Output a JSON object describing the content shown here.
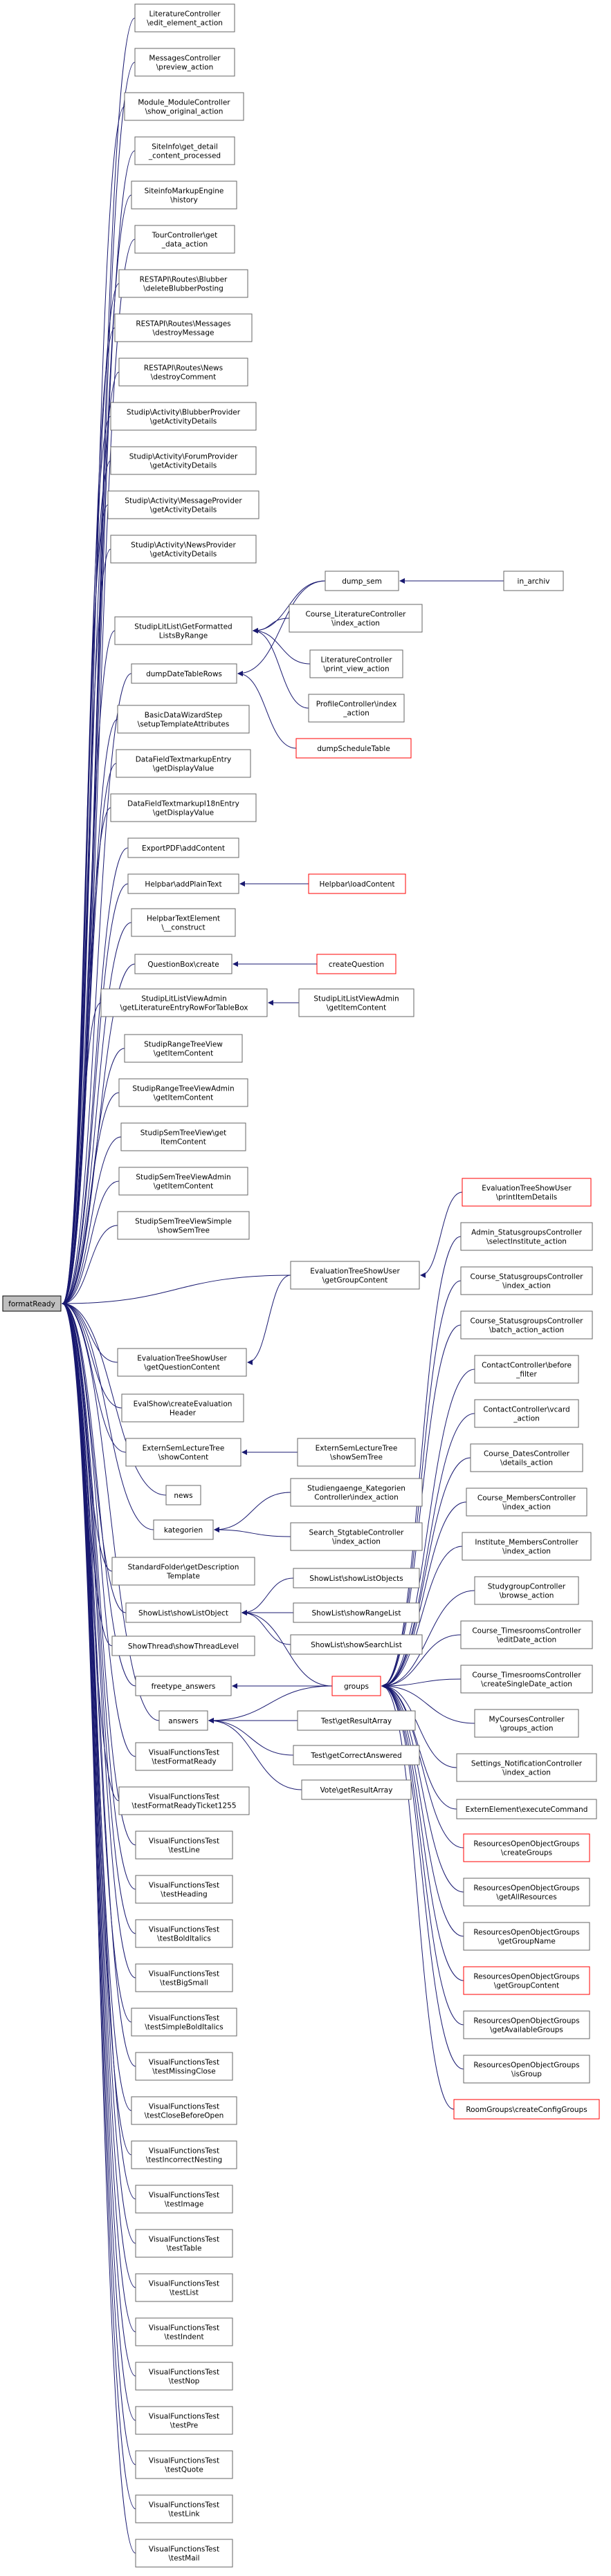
{
  "graph": {
    "edge_color": "#191970",
    "red_outline_color": "#ff0000",
    "root_fill": "#bfbfbf",
    "nodes": [
      {
        "id": "formatReady",
        "lines": [
          "formatReady"
        ],
        "style": "root"
      },
      {
        "id": "n1",
        "lines": [
          "LiteratureController",
          "\\edit_element_action"
        ]
      },
      {
        "id": "n2",
        "lines": [
          "MessagesController",
          "\\preview_action"
        ]
      },
      {
        "id": "n3",
        "lines": [
          "Module_ModuleController",
          "\\show_original_action"
        ]
      },
      {
        "id": "n4",
        "lines": [
          "SiteInfo\\get_detail",
          "_content_processed"
        ]
      },
      {
        "id": "n5",
        "lines": [
          "SiteinfoMarkupEngine",
          "\\history"
        ]
      },
      {
        "id": "n6",
        "lines": [
          "TourController\\get",
          "_data_action"
        ]
      },
      {
        "id": "n7",
        "lines": [
          "RESTAPI\\Routes\\Blubber",
          "\\deleteBlubberPosting"
        ]
      },
      {
        "id": "n8",
        "lines": [
          "RESTAPI\\Routes\\Messages",
          "\\destroyMessage"
        ]
      },
      {
        "id": "n9",
        "lines": [
          "RESTAPI\\Routes\\News",
          "\\destroyComment"
        ]
      },
      {
        "id": "n10",
        "lines": [
          "Studip\\Activity\\BlubberProvider",
          "\\getActivityDetails"
        ]
      },
      {
        "id": "n11",
        "lines": [
          "Studip\\Activity\\ForumProvider",
          "\\getActivityDetails"
        ]
      },
      {
        "id": "n12",
        "lines": [
          "Studip\\Activity\\MessageProvider",
          "\\getActivityDetails"
        ]
      },
      {
        "id": "n13",
        "lines": [
          "Studip\\Activity\\NewsProvider",
          "\\getActivityDetails"
        ]
      },
      {
        "id": "n14",
        "lines": [
          "StudipLitList\\GetFormatted",
          "ListsByRange"
        ]
      },
      {
        "id": "n15",
        "lines": [
          "dumpDateTableRows"
        ]
      },
      {
        "id": "n16",
        "lines": [
          "BasicDataWizardStep",
          "\\setupTemplateAttributes"
        ]
      },
      {
        "id": "n17",
        "lines": [
          "DataFieldTextmarkupEntry",
          "\\getDisplayValue"
        ]
      },
      {
        "id": "n18",
        "lines": [
          "DataFieldTextmarkupI18nEntry",
          "\\getDisplayValue"
        ]
      },
      {
        "id": "n19",
        "lines": [
          "ExportPDF\\addContent"
        ]
      },
      {
        "id": "n20",
        "lines": [
          "Helpbar\\addPlainText"
        ]
      },
      {
        "id": "n21",
        "lines": [
          "HelpbarTextElement",
          "\\__construct"
        ]
      },
      {
        "id": "n22",
        "lines": [
          "QuestionBox\\create"
        ]
      },
      {
        "id": "n23",
        "lines": [
          "StudipLitListViewAdmin",
          "\\getLiteratureEntryRowForTableBox"
        ]
      },
      {
        "id": "n24",
        "lines": [
          "StudipRangeTreeView",
          "\\getItemContent"
        ]
      },
      {
        "id": "n25",
        "lines": [
          "StudipRangeTreeViewAdmin",
          "\\getItemContent"
        ]
      },
      {
        "id": "n26",
        "lines": [
          "StudipSemTreeView\\get",
          "ItemContent"
        ]
      },
      {
        "id": "n27",
        "lines": [
          "StudipSemTreeViewAdmin",
          "\\getItemContent"
        ]
      },
      {
        "id": "n28",
        "lines": [
          "StudipSemTreeViewSimple",
          "\\showSemTree"
        ]
      },
      {
        "id": "n29",
        "lines": [
          "EvaluationTreeShowUser",
          "\\getQuestionContent"
        ]
      },
      {
        "id": "n30",
        "lines": [
          "EvalShow\\createEvaluation",
          "Header"
        ]
      },
      {
        "id": "n31",
        "lines": [
          "ExternSemLectureTree",
          "\\showContent"
        ]
      },
      {
        "id": "n32",
        "lines": [
          "news"
        ]
      },
      {
        "id": "n33",
        "lines": [
          "kategorien"
        ]
      },
      {
        "id": "n34",
        "lines": [
          "StandardFolder\\getDescription",
          "Template"
        ]
      },
      {
        "id": "n35",
        "lines": [
          "ShowList\\showListObject"
        ]
      },
      {
        "id": "n36",
        "lines": [
          "ShowThread\\showThreadLevel"
        ]
      },
      {
        "id": "n37",
        "lines": [
          "freetype_answers"
        ]
      },
      {
        "id": "n38",
        "lines": [
          "answers"
        ]
      },
      {
        "id": "n39",
        "lines": [
          "VisualFunctionsTest",
          "\\testFormatReady"
        ]
      },
      {
        "id": "n40",
        "lines": [
          "VisualFunctionsTest",
          "\\testFormatReadyTicket1255"
        ]
      },
      {
        "id": "n41",
        "lines": [
          "VisualFunctionsTest",
          "\\testLine"
        ]
      },
      {
        "id": "n42",
        "lines": [
          "VisualFunctionsTest",
          "\\testHeading"
        ]
      },
      {
        "id": "n43",
        "lines": [
          "VisualFunctionsTest",
          "\\testBoldItalics"
        ]
      },
      {
        "id": "n44",
        "lines": [
          "VisualFunctionsTest",
          "\\testBigSmall"
        ]
      },
      {
        "id": "n45",
        "lines": [
          "VisualFunctionsTest",
          "\\testSimpleBoldItalics"
        ]
      },
      {
        "id": "n46",
        "lines": [
          "VisualFunctionsTest",
          "\\testMissingClose"
        ]
      },
      {
        "id": "n47",
        "lines": [
          "VisualFunctionsTest",
          "\\testCloseBeforeOpen"
        ]
      },
      {
        "id": "n48",
        "lines": [
          "VisualFunctionsTest",
          "\\testIncorrectNesting"
        ]
      },
      {
        "id": "n49",
        "lines": [
          "VisualFunctionsTest",
          "\\testImage"
        ]
      },
      {
        "id": "n50",
        "lines": [
          "VisualFunctionsTest",
          "\\testTable"
        ]
      },
      {
        "id": "n51",
        "lines": [
          "VisualFunctionsTest",
          "\\testList"
        ]
      },
      {
        "id": "n52",
        "lines": [
          "VisualFunctionsTest",
          "\\testIndent"
        ]
      },
      {
        "id": "n53",
        "lines": [
          "VisualFunctionsTest",
          "\\testNop"
        ]
      },
      {
        "id": "n54",
        "lines": [
          "VisualFunctionsTest",
          "\\testPre"
        ]
      },
      {
        "id": "n55",
        "lines": [
          "VisualFunctionsTest",
          "\\testQuote"
        ]
      },
      {
        "id": "n56",
        "lines": [
          "VisualFunctionsTest",
          "\\testLink"
        ]
      },
      {
        "id": "n57",
        "lines": [
          "VisualFunctionsTest",
          "\\testMail"
        ]
      },
      {
        "id": "dump_sem",
        "lines": [
          "dump_sem"
        ]
      },
      {
        "id": "in_archiv",
        "lines": [
          "in_archiv"
        ]
      },
      {
        "id": "c1",
        "lines": [
          "Course_LiteratureController",
          "\\index_action"
        ]
      },
      {
        "id": "c2",
        "lines": [
          "LiteratureController",
          "\\print_view_action"
        ]
      },
      {
        "id": "c3",
        "lines": [
          "ProfileController\\index",
          "_action"
        ]
      },
      {
        "id": "c4",
        "lines": [
          "dumpScheduleTable"
        ],
        "style": "red"
      },
      {
        "id": "c5",
        "lines": [
          "Helpbar\\loadContent"
        ],
        "style": "red"
      },
      {
        "id": "c6",
        "lines": [
          "createQuestion"
        ],
        "style": "red"
      },
      {
        "id": "c7",
        "lines": [
          "StudipLitListViewAdmin",
          "\\getItemContent"
        ]
      },
      {
        "id": "c8",
        "lines": [
          "EvaluationTreeShowUser",
          "\\getGroupContent"
        ]
      },
      {
        "id": "c9",
        "lines": [
          "ExternSemLectureTree",
          "\\showSemTree"
        ]
      },
      {
        "id": "c10",
        "lines": [
          "Studiengaenge_Kategorien",
          "Controller\\index_action"
        ]
      },
      {
        "id": "c11",
        "lines": [
          "Search_StgtableController",
          "\\index_action"
        ]
      },
      {
        "id": "c12",
        "lines": [
          "ShowList\\showListObjects"
        ]
      },
      {
        "id": "c13",
        "lines": [
          "ShowList\\showRangeList"
        ]
      },
      {
        "id": "c14",
        "lines": [
          "ShowList\\showSearchList"
        ]
      },
      {
        "id": "groups",
        "lines": [
          "groups"
        ],
        "style": "red"
      },
      {
        "id": "c15",
        "lines": [
          "Test\\getResultArray"
        ]
      },
      {
        "id": "c16",
        "lines": [
          "Test\\getCorrectAnswered"
        ]
      },
      {
        "id": "c17",
        "lines": [
          "Vote\\getResultArray"
        ]
      },
      {
        "id": "r1",
        "lines": [
          "EvaluationTreeShowUser",
          "\\printItemDetails"
        ],
        "style": "red"
      },
      {
        "id": "r2",
        "lines": [
          "Admin_StatusgroupsController",
          "\\selectInstitute_action"
        ]
      },
      {
        "id": "r3",
        "lines": [
          "Course_StatusgroupsController",
          "\\index_action"
        ]
      },
      {
        "id": "r4",
        "lines": [
          "Course_StatusgroupsController",
          "\\batch_action_action"
        ]
      },
      {
        "id": "r5",
        "lines": [
          "ContactController\\before",
          "_filter"
        ]
      },
      {
        "id": "r6",
        "lines": [
          "ContactController\\vcard",
          "_action"
        ]
      },
      {
        "id": "r7",
        "lines": [
          "Course_DatesController",
          "\\details_action"
        ]
      },
      {
        "id": "r8",
        "lines": [
          "Course_MembersController",
          "\\index_action"
        ]
      },
      {
        "id": "r9",
        "lines": [
          "Institute_MembersController",
          "\\index_action"
        ]
      },
      {
        "id": "r10",
        "lines": [
          "StudygroupController",
          "\\browse_action"
        ]
      },
      {
        "id": "r11",
        "lines": [
          "Course_TimesroomsController",
          "\\editDate_action"
        ]
      },
      {
        "id": "r12",
        "lines": [
          "Course_TimesroomsController",
          "\\createSingleDate_action"
        ]
      },
      {
        "id": "r13",
        "lines": [
          "MyCoursesController",
          "\\groups_action"
        ]
      },
      {
        "id": "r14",
        "lines": [
          "Settings_NotificationController",
          "\\index_action"
        ]
      },
      {
        "id": "r15",
        "lines": [
          "ExternElement\\executeCommand"
        ]
      },
      {
        "id": "r16",
        "lines": [
          "ResourcesOpenObjectGroups",
          "\\createGroups"
        ],
        "style": "red"
      },
      {
        "id": "r17",
        "lines": [
          "ResourcesOpenObjectGroups",
          "\\getAllResources"
        ]
      },
      {
        "id": "r18",
        "lines": [
          "ResourcesOpenObjectGroups",
          "\\getGroupName"
        ]
      },
      {
        "id": "r19",
        "lines": [
          "ResourcesOpenObjectGroups",
          "\\getGroupContent"
        ],
        "style": "red"
      },
      {
        "id": "r20",
        "lines": [
          "ResourcesOpenObjectGroups",
          "\\getAvailableGroups"
        ]
      },
      {
        "id": "r21",
        "lines": [
          "ResourcesOpenObjectGroups",
          "\\isGroup"
        ]
      },
      {
        "id": "r22",
        "lines": [
          "RoomGroups\\createConfigGroups"
        ],
        "style": "red"
      }
    ],
    "edges": [
      [
        "n1",
        "formatReady"
      ],
      [
        "n2",
        "formatReady"
      ],
      [
        "n3",
        "formatReady"
      ],
      [
        "n4",
        "formatReady"
      ],
      [
        "n5",
        "formatReady"
      ],
      [
        "n6",
        "formatReady"
      ],
      [
        "n7",
        "formatReady"
      ],
      [
        "n8",
        "formatReady"
      ],
      [
        "n9",
        "formatReady"
      ],
      [
        "n10",
        "formatReady"
      ],
      [
        "n11",
        "formatReady"
      ],
      [
        "n12",
        "formatReady"
      ],
      [
        "n13",
        "formatReady"
      ],
      [
        "n14",
        "formatReady"
      ],
      [
        "n15",
        "formatReady"
      ],
      [
        "n16",
        "formatReady"
      ],
      [
        "n17",
        "formatReady"
      ],
      [
        "n18",
        "formatReady"
      ],
      [
        "n19",
        "formatReady"
      ],
      [
        "n20",
        "formatReady"
      ],
      [
        "n21",
        "formatReady"
      ],
      [
        "n22",
        "formatReady"
      ],
      [
        "n23",
        "formatReady"
      ],
      [
        "n24",
        "formatReady"
      ],
      [
        "n25",
        "formatReady"
      ],
      [
        "n26",
        "formatReady"
      ],
      [
        "n27",
        "formatReady"
      ],
      [
        "n28",
        "formatReady"
      ],
      [
        "c8",
        "formatReady"
      ],
      [
        "n29",
        "formatReady"
      ],
      [
        "n30",
        "formatReady"
      ],
      [
        "n31",
        "formatReady"
      ],
      [
        "n32",
        "formatReady"
      ],
      [
        "n33",
        "formatReady"
      ],
      [
        "n34",
        "formatReady"
      ],
      [
        "n35",
        "formatReady"
      ],
      [
        "n36",
        "formatReady"
      ],
      [
        "n37",
        "formatReady"
      ],
      [
        "n38",
        "formatReady"
      ],
      [
        "n39",
        "formatReady"
      ],
      [
        "n40",
        "formatReady"
      ],
      [
        "n41",
        "formatReady"
      ],
      [
        "n42",
        "formatReady"
      ],
      [
        "n43",
        "formatReady"
      ],
      [
        "n44",
        "formatReady"
      ],
      [
        "n45",
        "formatReady"
      ],
      [
        "n46",
        "formatReady"
      ],
      [
        "n47",
        "formatReady"
      ],
      [
        "n48",
        "formatReady"
      ],
      [
        "n49",
        "formatReady"
      ],
      [
        "n50",
        "formatReady"
      ],
      [
        "n51",
        "formatReady"
      ],
      [
        "n52",
        "formatReady"
      ],
      [
        "n53",
        "formatReady"
      ],
      [
        "n54",
        "formatReady"
      ],
      [
        "n55",
        "formatReady"
      ],
      [
        "n56",
        "formatReady"
      ],
      [
        "n57",
        "formatReady"
      ],
      [
        "dump_sem",
        "n14"
      ],
      [
        "c1",
        "n14"
      ],
      [
        "c2",
        "n14"
      ],
      [
        "c3",
        "n14"
      ],
      [
        "in_archiv",
        "dump_sem"
      ],
      [
        "dump_sem",
        "n15"
      ],
      [
        "c4",
        "n15"
      ],
      [
        "c5",
        "n20"
      ],
      [
        "c6",
        "n22"
      ],
      [
        "c7",
        "n23"
      ],
      [
        "r1",
        "c8"
      ],
      [
        "c8",
        "n29"
      ],
      [
        "c9",
        "n31"
      ],
      [
        "c10",
        "n33"
      ],
      [
        "c11",
        "n33"
      ],
      [
        "c12",
        "n35"
      ],
      [
        "c13",
        "n35"
      ],
      [
        "c14",
        "n35"
      ],
      [
        "groups",
        "n35"
      ],
      [
        "groups",
        "n37"
      ],
      [
        "groups",
        "n38"
      ],
      [
        "c15",
        "n38"
      ],
      [
        "c16",
        "n38"
      ],
      [
        "c17",
        "n38"
      ],
      [
        "r2",
        "groups"
      ],
      [
        "r3",
        "groups"
      ],
      [
        "r4",
        "groups"
      ],
      [
        "r5",
        "groups"
      ],
      [
        "r6",
        "groups"
      ],
      [
        "r7",
        "groups"
      ],
      [
        "r8",
        "groups"
      ],
      [
        "r9",
        "groups"
      ],
      [
        "r10",
        "groups"
      ],
      [
        "r11",
        "groups"
      ],
      [
        "r12",
        "groups"
      ],
      [
        "r13",
        "groups"
      ],
      [
        "r14",
        "groups"
      ],
      [
        "r15",
        "groups"
      ],
      [
        "r16",
        "groups"
      ],
      [
        "r17",
        "groups"
      ],
      [
        "r18",
        "groups"
      ],
      [
        "r19",
        "groups"
      ],
      [
        "r20",
        "groups"
      ],
      [
        "r21",
        "groups"
      ],
      [
        "r22",
        "groups"
      ]
    ]
  }
}
